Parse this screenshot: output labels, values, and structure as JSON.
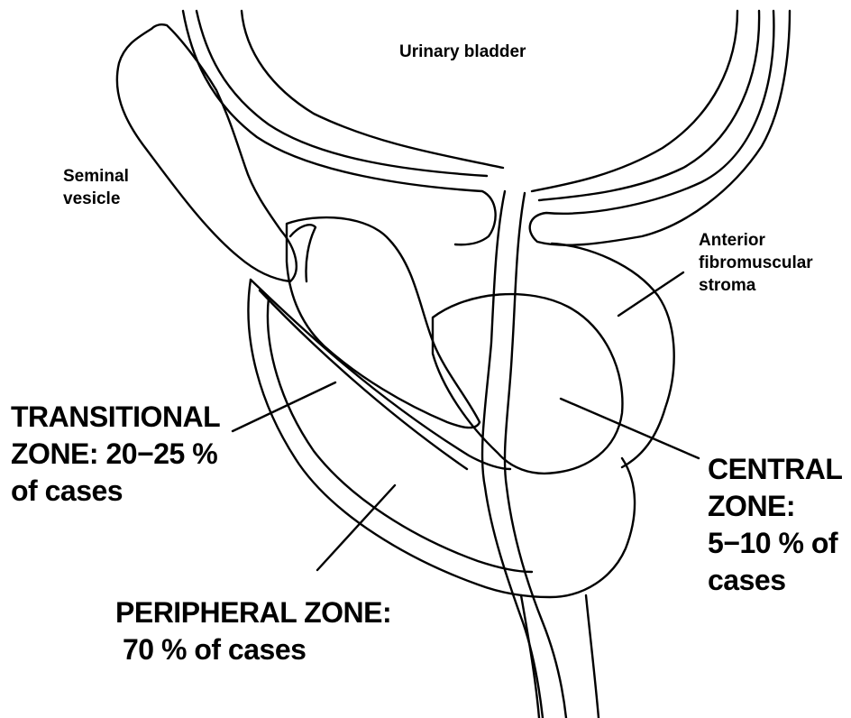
{
  "labels": {
    "urinary_bladder": "Urinary bladder",
    "seminal_vesicle": [
      "Seminal",
      "vesicle"
    ],
    "anterior_stroma": [
      "Anterior",
      "fibromuscular",
      "stroma"
    ],
    "transitional_zone": [
      "TRANSITIONAL",
      "ZONE: 20−25 %",
      "of cases"
    ],
    "central_zone": [
      "CENTRAL",
      "ZONE:",
      "5−10 % of",
      "cases"
    ],
    "peripheral_zone": [
      "PERIPHERAL ZONE:",
      "70 % of cases"
    ]
  },
  "colors": {
    "line": "#000000",
    "background": "#ffffff"
  }
}
